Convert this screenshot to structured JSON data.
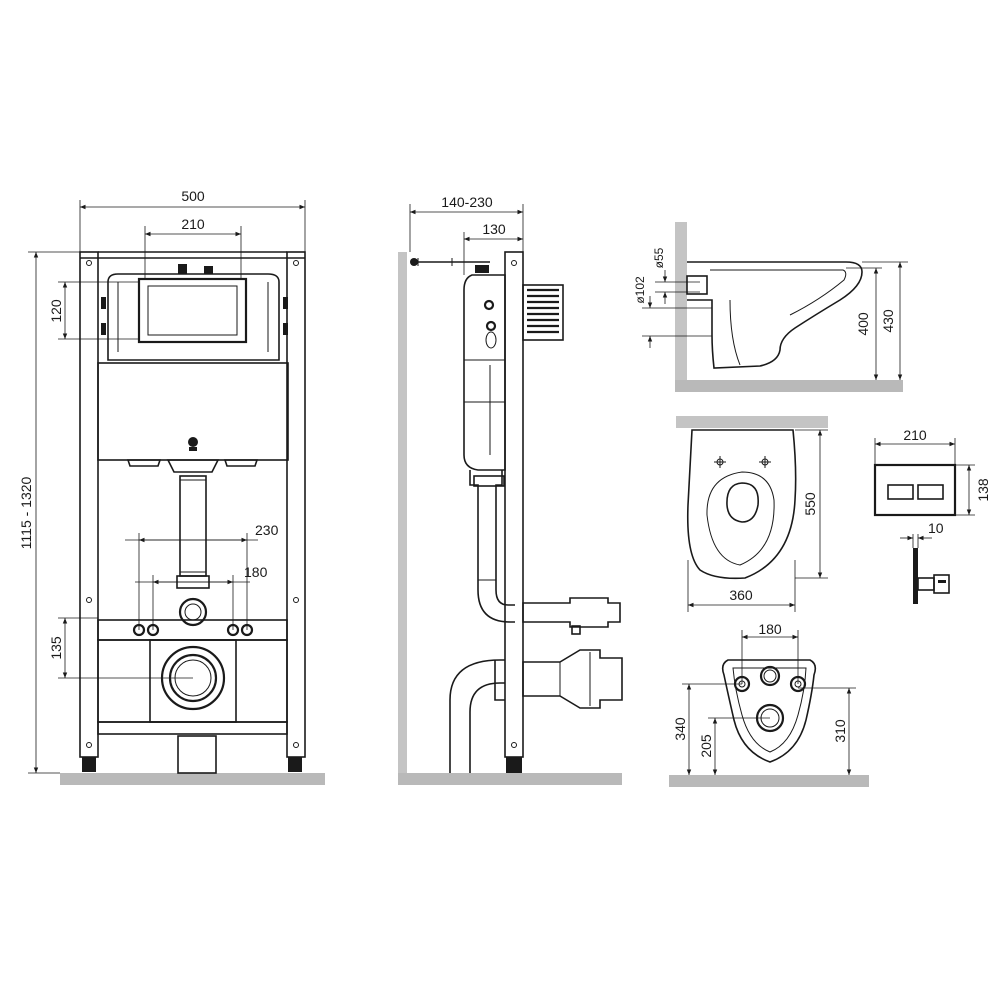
{
  "front_view": {
    "width_total": "500",
    "button_width": "210",
    "button_height": "120",
    "height_range": "1115 - 1320",
    "pipe_spacing_outer": "230",
    "pipe_spacing_inner": "180",
    "drain_height": "135"
  },
  "side_view": {
    "depth_range": "140-230",
    "frame_depth": "130"
  },
  "bowl_side": {
    "dia_55": "ø55",
    "dia_102": "ø102",
    "height_400": "400",
    "height_430": "430"
  },
  "bowl_top": {
    "length": "550",
    "width": "360"
  },
  "flush_plate": {
    "width": "210",
    "height": "138",
    "thickness": "10"
  },
  "bowl_back": {
    "bolt_spacing": "180",
    "height_340": "340",
    "height_205": "205",
    "height_310": "310"
  }
}
